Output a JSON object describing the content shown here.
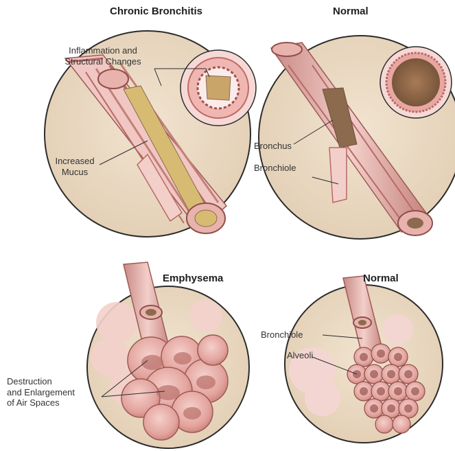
{
  "panels": {
    "chronic_bronchitis": {
      "title": "Chronic Bronchitis",
      "labels": {
        "inflammation_line1": "Inflammation and",
        "inflammation_line2": "Structural Changes",
        "mucus_line1": "Increased",
        "mucus_line2": "Mucus"
      }
    },
    "normal_airway": {
      "title": "Normal",
      "labels": {
        "bronchus": "Bronchus",
        "bronchiole": "Bronchiole"
      }
    },
    "emphysema": {
      "title": "Emphysema",
      "labels": {
        "destruction_line1": "Destruction",
        "destruction_line2": "and Enlargement",
        "destruction_line3": "of Air Spaces"
      }
    },
    "normal_alveoli": {
      "title": "Normal",
      "labels": {
        "bronchiole": "Bronchiole",
        "alveoli": "Alveoli"
      }
    }
  },
  "colors": {
    "disc": "#ead9c3",
    "disc_outline": "#2b2b2b",
    "tissue": "#e9b3ad",
    "tissue_light": "#f6d9d6",
    "tissue_dark": "#b86a66",
    "lumen": "#c9a56a",
    "mucus": "#d8bb73",
    "cross_section_dark": "#8c6a4e",
    "leader_line": "#2a2a2a"
  }
}
